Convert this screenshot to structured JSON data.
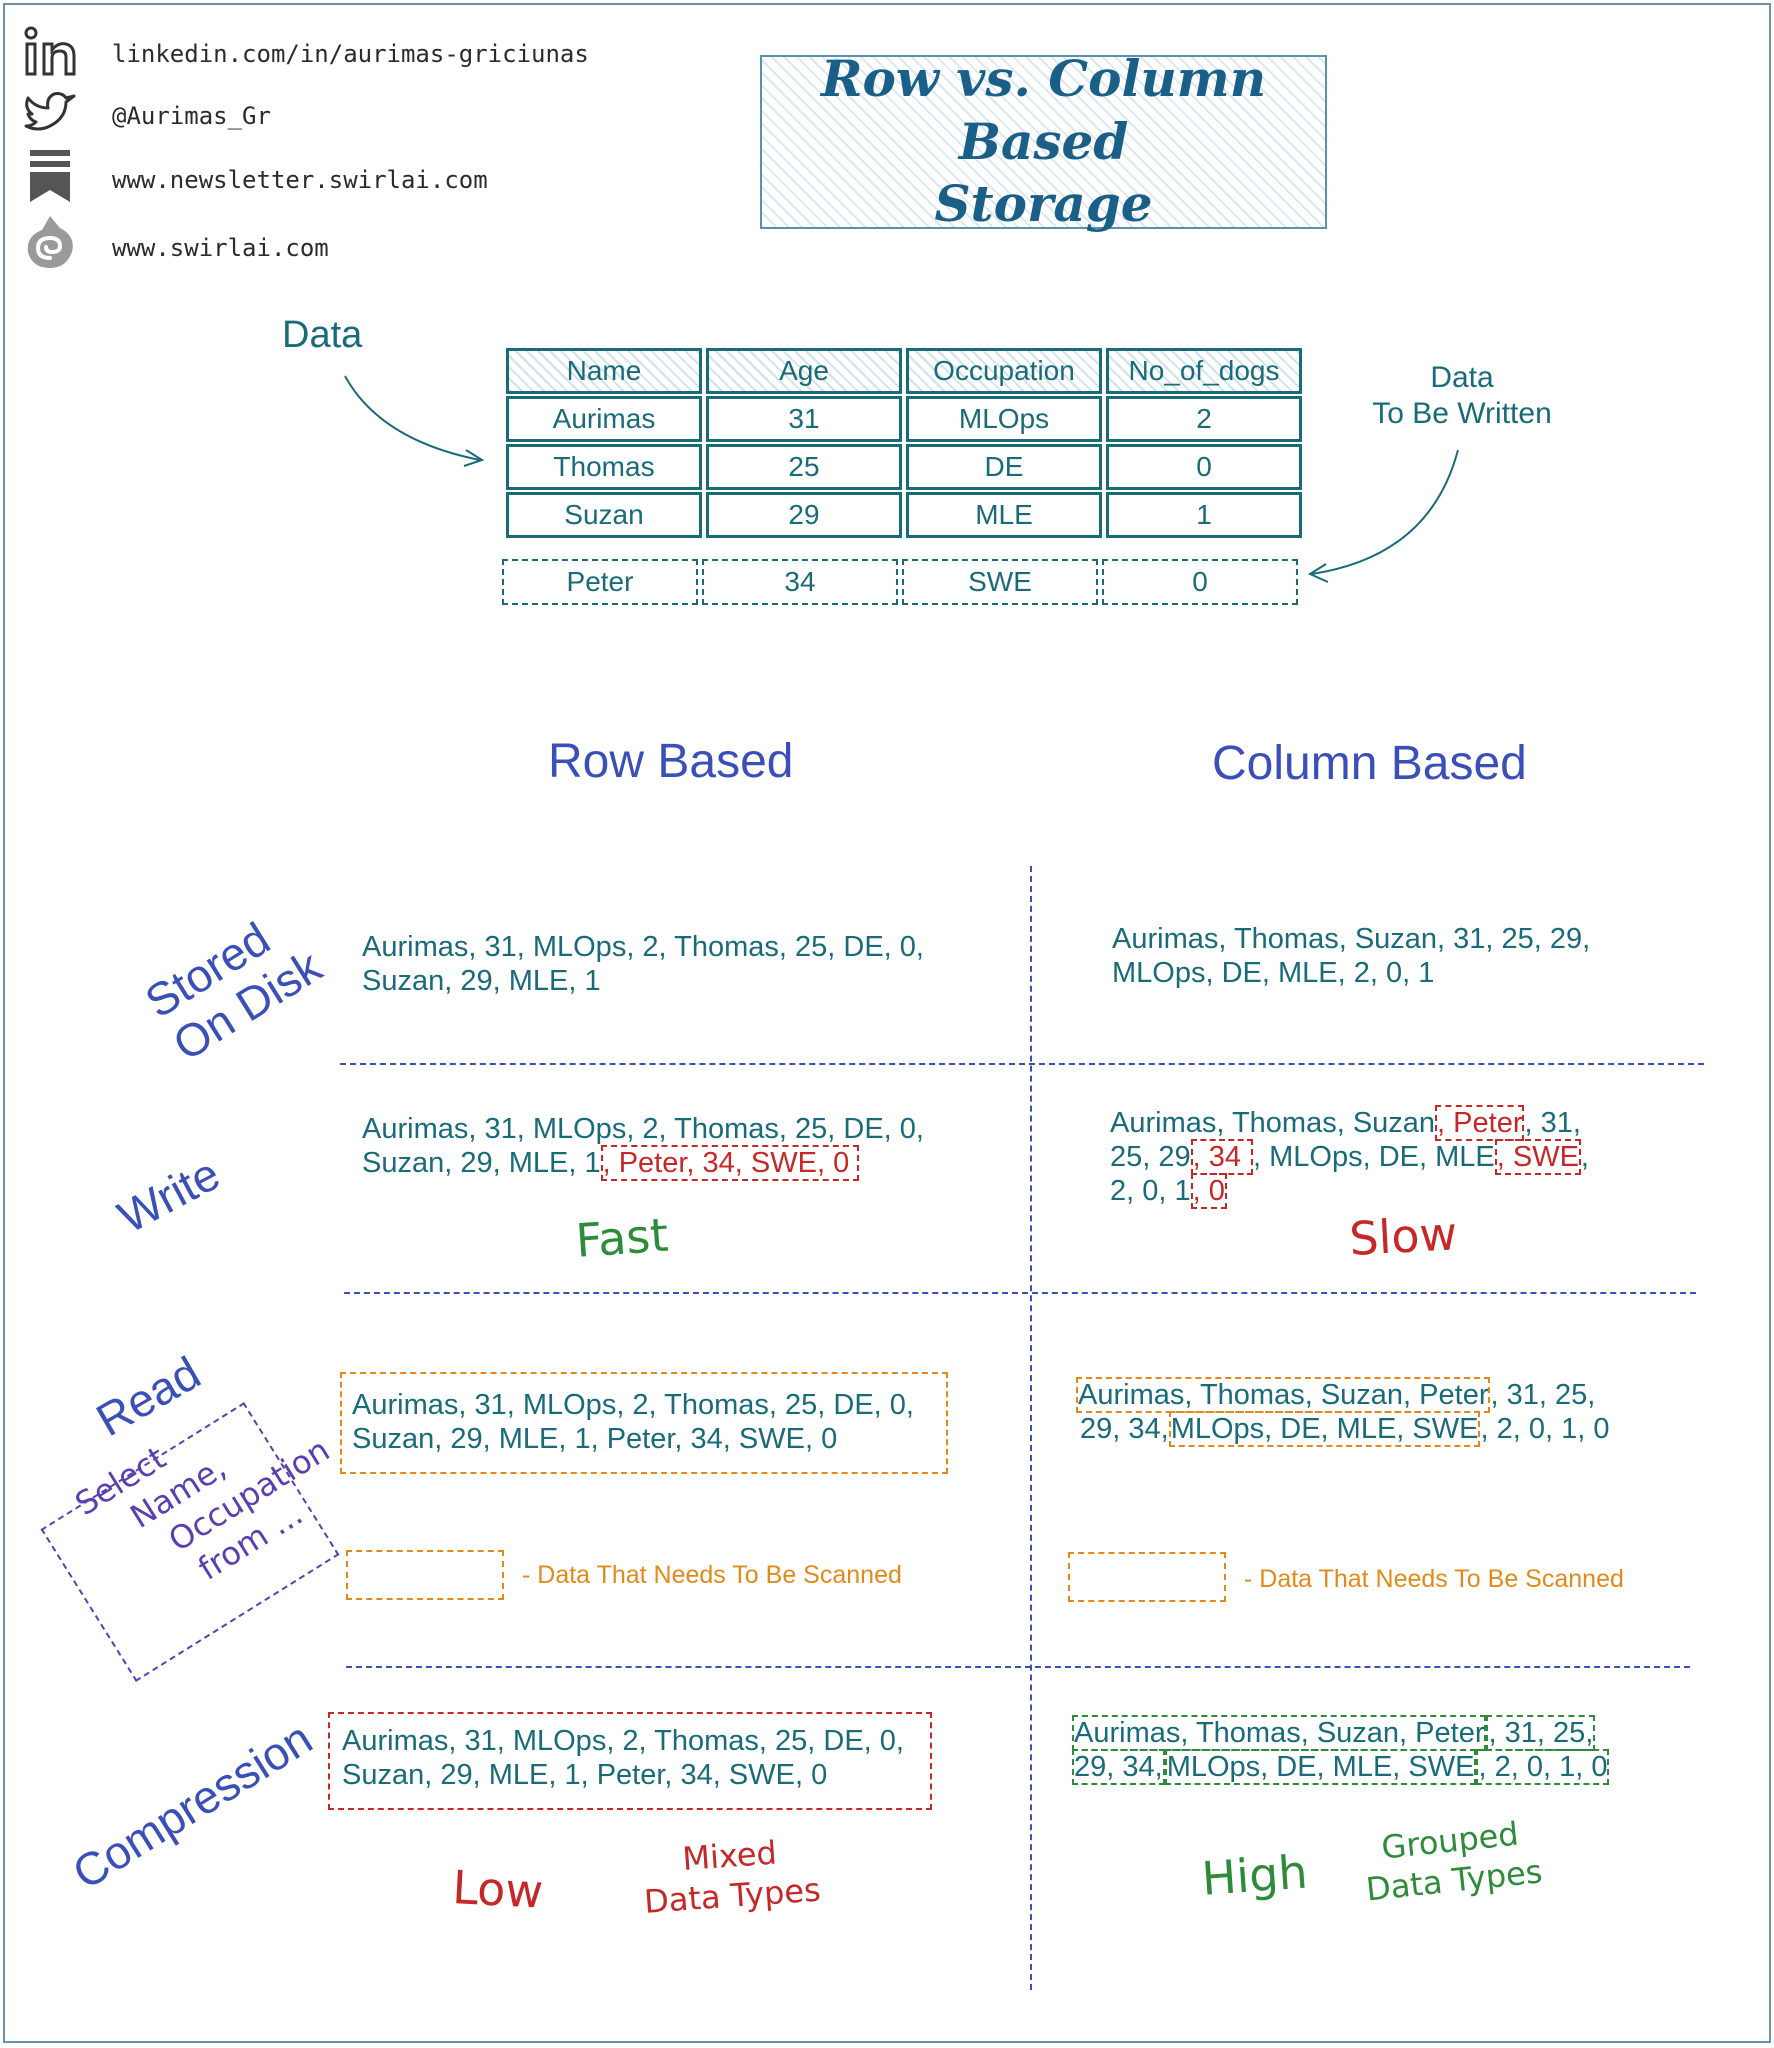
{
  "social": {
    "linkedin": "linkedin.com/in/aurimas-griciunas",
    "twitter": "@Aurimas_Gr",
    "newsletter": "www.newsletter.swirlai.com",
    "website": "www.swirlai.com"
  },
  "title": "Row vs. Column Based\nStorage",
  "labels": {
    "data": "Data",
    "data_to_be_written_1": "Data",
    "data_to_be_written_2": "To Be Written"
  },
  "table": {
    "headers": [
      "Name",
      "Age",
      "Occupation",
      "No_of_dogs"
    ],
    "rows": [
      [
        "Aurimas",
        "31",
        "MLOps",
        "2"
      ],
      [
        "Thomas",
        "25",
        "DE",
        "0"
      ],
      [
        "Suzan",
        "29",
        "MLE",
        "1"
      ]
    ],
    "new_row": [
      "Peter",
      "34",
      "SWE",
      "0"
    ]
  },
  "columns": {
    "row_based": "Row Based",
    "column_based": "Column Based"
  },
  "row_labels": {
    "stored_1": "Stored",
    "stored_2": "On Disk",
    "write": "Write",
    "read": "Read",
    "query_1": "Select",
    "query_2": "Name,",
    "query_3": "Occupation",
    "query_4": "from ...",
    "compression": "Compression"
  },
  "stored": {
    "row_line1": "Aurimas, 31, MLOps, 2, Thomas, 25, DE, 0,",
    "row_line2": "Suzan, 29, MLE, 1",
    "col_line1": "Aurimas, Thomas, Suzan, 31, 25, 29,",
    "col_line2": "MLOps, DE, MLE, 2, 0, 1"
  },
  "write": {
    "row_line1": "Aurimas, 31, MLOps, 2, Thomas, 25, DE, 0,",
    "row_line2a": "Suzan, 29, MLE, 1",
    "row_line2b": ", Peter, 34, SWE, 0",
    "row_speed": "Fast",
    "col_l1a": "Aurimas, Thomas, Suzan",
    "col_l1b": ", Peter",
    "col_l1c": ", 31,",
    "col_l2a": "25, 29",
    "col_l2b": ", 34",
    "col_l2c": ", MLOps, DE, MLE",
    "col_l2d": ", SWE",
    "col_l2e": ",",
    "col_l3a": "2, 0, 1",
    "col_l3b": ", 0",
    "col_speed": "Slow"
  },
  "read": {
    "row_line1": "Aurimas, 31, MLOps, 2, Thomas, 25, DE, 0,",
    "row_line2": "Suzan, 29, MLE, 1, Peter, 34, SWE, 0",
    "col_l1a": "Aurimas, Thomas, Suzan, Peter",
    "col_l1b": ", 31, 25,",
    "col_l2a": "29, 34,",
    "col_l2b": "MLOps, DE, MLE, SWE",
    "col_l2c": ", 2, 0, 1, 0",
    "legend": "- Data That Needs To Be Scanned"
  },
  "compression": {
    "row_line1": "Aurimas, 31, MLOps, 2, Thomas, 25, DE, 0,",
    "row_line2": "Suzan, 29, MLE, 1, Peter, 34, SWE, 0",
    "row_level": "Low",
    "row_note_1": "Mixed",
    "row_note_2": "Data Types",
    "col_l1a": "Aurimas, Thomas, Suzan, Peter",
    "col_l1b": ", 31, 25,",
    "col_l2a": "29, 34,",
    "col_l2b": "MLOps, DE, MLE, SWE",
    "col_l2c": ", 2, 0, 1, 0",
    "col_level": "High",
    "col_note_1": "Grouped",
    "col_note_2": "Data Types"
  },
  "colors": {
    "teal": "#1a6b7a",
    "blue": "#3a4fb8",
    "red": "#c62828",
    "green": "#2e8b3a",
    "orange": "#e08a1a",
    "purple": "#5a3fb0"
  }
}
